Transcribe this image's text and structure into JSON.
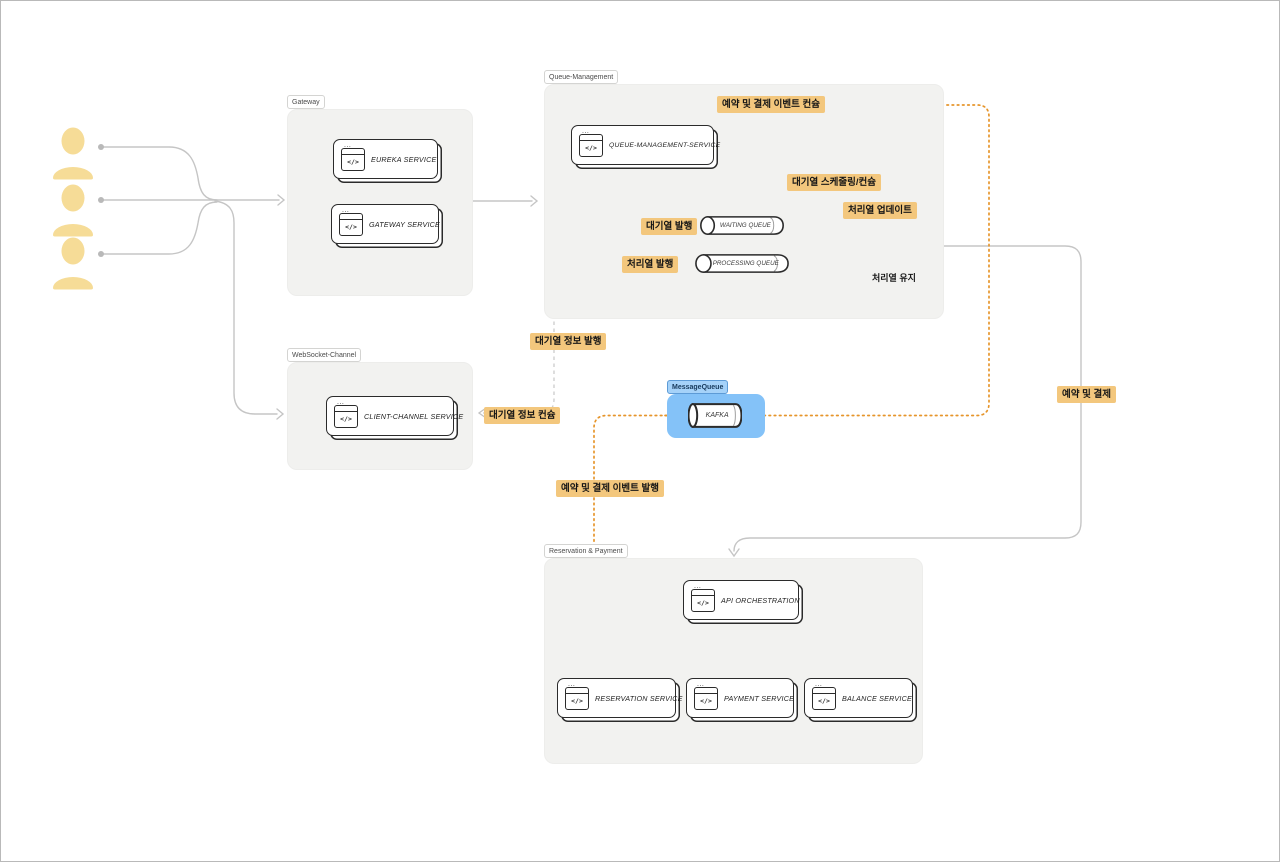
{
  "tags": {
    "gateway": "Gateway",
    "queue_management": "Queue-Management",
    "websocket_channel": "WebSocket-Channel",
    "reservation_payment": "Reservation & Payment",
    "message_queue": "MessageQueue"
  },
  "nodes": {
    "eureka": "EUREKA SERVICE",
    "gateway": "GATEWAY SERVICE",
    "queue_management": "QUEUE-MANAGEMENT-SERVICE",
    "waiting_queue": "WAITING QUEUE",
    "processing_queue": "PROCESSING QUEUE",
    "client_channel": "CLIENT-CHANNEL SERVICE",
    "kafka": "KAFKA",
    "api_orchestration": "API ORCHESTRATION",
    "reservation": "RESERVATION SERVICE",
    "payment": "PAYMENT SERVICE",
    "balance": "BALANCE SERVICE"
  },
  "flows": {
    "consume_events": "예약 및 결제 이벤트 컨슘",
    "queue_scheduling_consume": "대기열 스케줄링/컨슘",
    "processing_update": "처리열 업데이트",
    "waiting_publish": "대기열 발행",
    "processing_publish": "처리열 발행",
    "processing_maintain": "처리열 유지",
    "queue_info_publish": "대기열 정보 발행",
    "queue_info_consume": "대기열 정보 컨슘",
    "publish_events": "예약 및 결제 이벤트 발행",
    "reservation_and_payment": "예약 및 결제"
  },
  "glyphs": {
    "code": "</>"
  },
  "colors": {
    "accent_orange": "#E6952B",
    "flow_label_bg": "#F3C77D",
    "kafka_blue": "#84C2F8",
    "actor_yellow": "#F6DC97",
    "container_bg": "#F2F2F0",
    "wire_gray": "#c5c5c5"
  }
}
